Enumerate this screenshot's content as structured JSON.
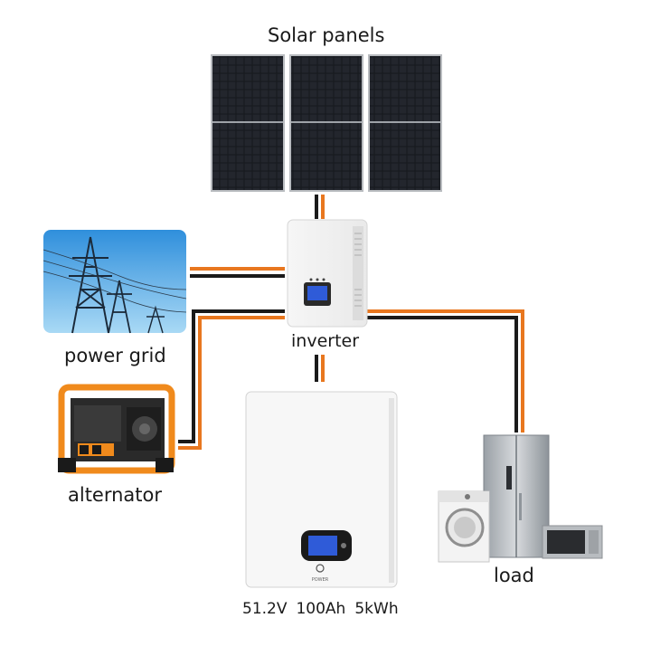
{
  "labels": {
    "solar_panels": "Solar panels",
    "inverter": "inverter",
    "power_grid": "power grid",
    "alternator": "alternator",
    "load": "load"
  },
  "battery": {
    "voltage": "51.2V",
    "capacity": "100Ah",
    "energy": "5kWh",
    "brand_text": "POWER"
  },
  "colors": {
    "cable_orange": "#e8771f",
    "cable_black": "#1a1a1a",
    "sky_blue": "#4aa9e6",
    "generator_orange": "#f08a1c",
    "display_blue": "#2f5bd8"
  }
}
